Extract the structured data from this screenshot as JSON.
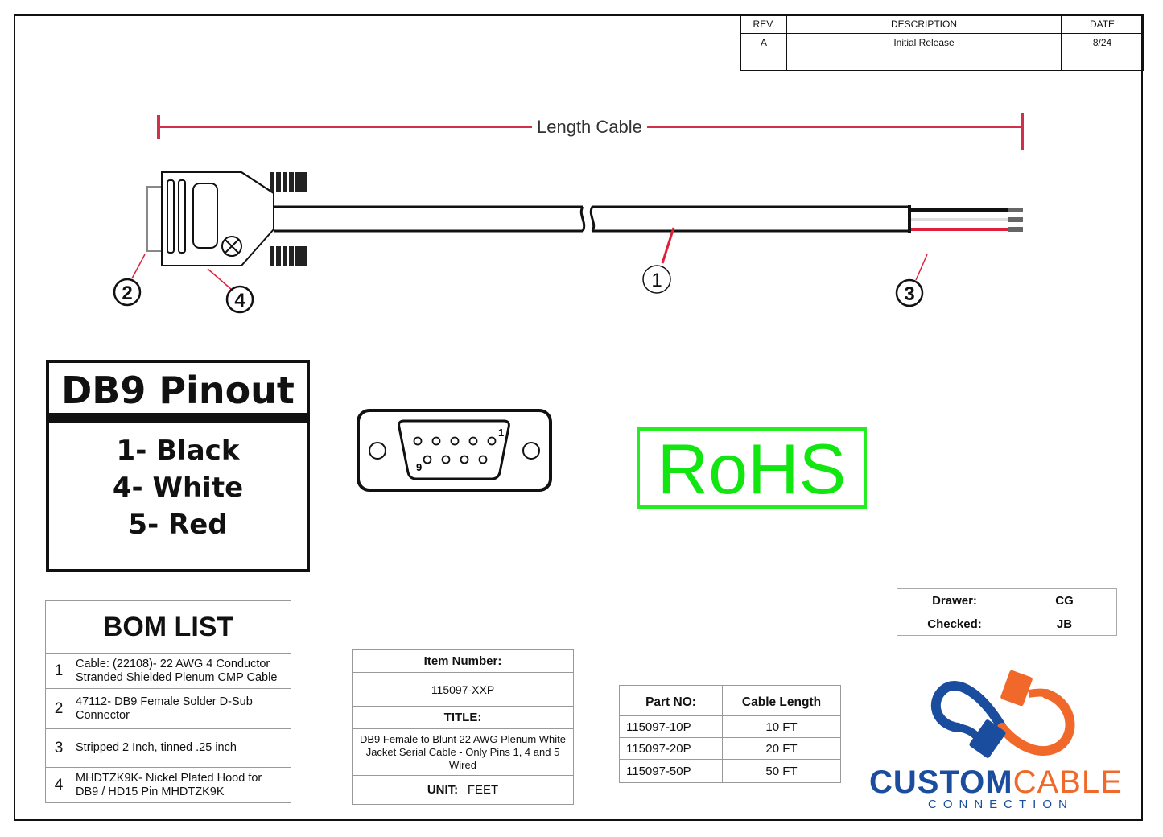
{
  "revision_block": {
    "headers": [
      "REV.",
      "DESCRIPTION",
      "DATE"
    ],
    "rows": [
      [
        "A",
        "Initial Release",
        "8/24"
      ],
      [
        "",
        "",
        ""
      ]
    ]
  },
  "drawing": {
    "length_label": "Length Cable",
    "callouts": [
      "1",
      "2",
      "3",
      "4"
    ],
    "connector_pins": [
      "1",
      "9"
    ]
  },
  "pinout": {
    "title": "DB9 Pinout",
    "lines": [
      "1- Black",
      "4- White",
      "5- Red"
    ]
  },
  "rohs": "RoHS",
  "bom": {
    "title": "BOM LIST",
    "items": [
      {
        "num": "1",
        "text": "Cable: (22108)- 22 AWG 4 Conductor Stranded Shielded Plenum CMP Cable"
      },
      {
        "num": "2",
        "text": "47112- DB9 Female Solder D-Sub Connector"
      },
      {
        "num": "3",
        "text": "Stripped 2 Inch, tinned .25 inch"
      },
      {
        "num": "4",
        "text": "MHDTZK9K- Nickel Plated Hood for DB9 / HD15 Pin MHDTZK9K"
      }
    ]
  },
  "item_block": {
    "item_number_label": "Item Number:",
    "item_number": "115097-XXP",
    "title_label": "TITLE:",
    "title": "DB9 Female to Blunt 22 AWG Plenum White Jacket Serial Cable - Only Pins 1, 4 and 5 Wired",
    "unit_label": "UNIT:",
    "unit": "FEET"
  },
  "parts": {
    "headers": [
      "Part NO:",
      "Cable Length"
    ],
    "rows": [
      [
        "115097-10P",
        "10 FT"
      ],
      [
        "115097-20P",
        "20 FT"
      ],
      [
        "115097-50P",
        "50 FT"
      ]
    ]
  },
  "approvals": {
    "drawer_label": "Drawer:",
    "drawer": "CG",
    "checked_label": "Checked:",
    "checked": "JB"
  },
  "logo": {
    "word1": "CUSTOM",
    "word2": "CABLE",
    "sub": "CONNECTION",
    "colors": {
      "blue": "#1a4d9e",
      "orange": "#f0692a"
    }
  }
}
